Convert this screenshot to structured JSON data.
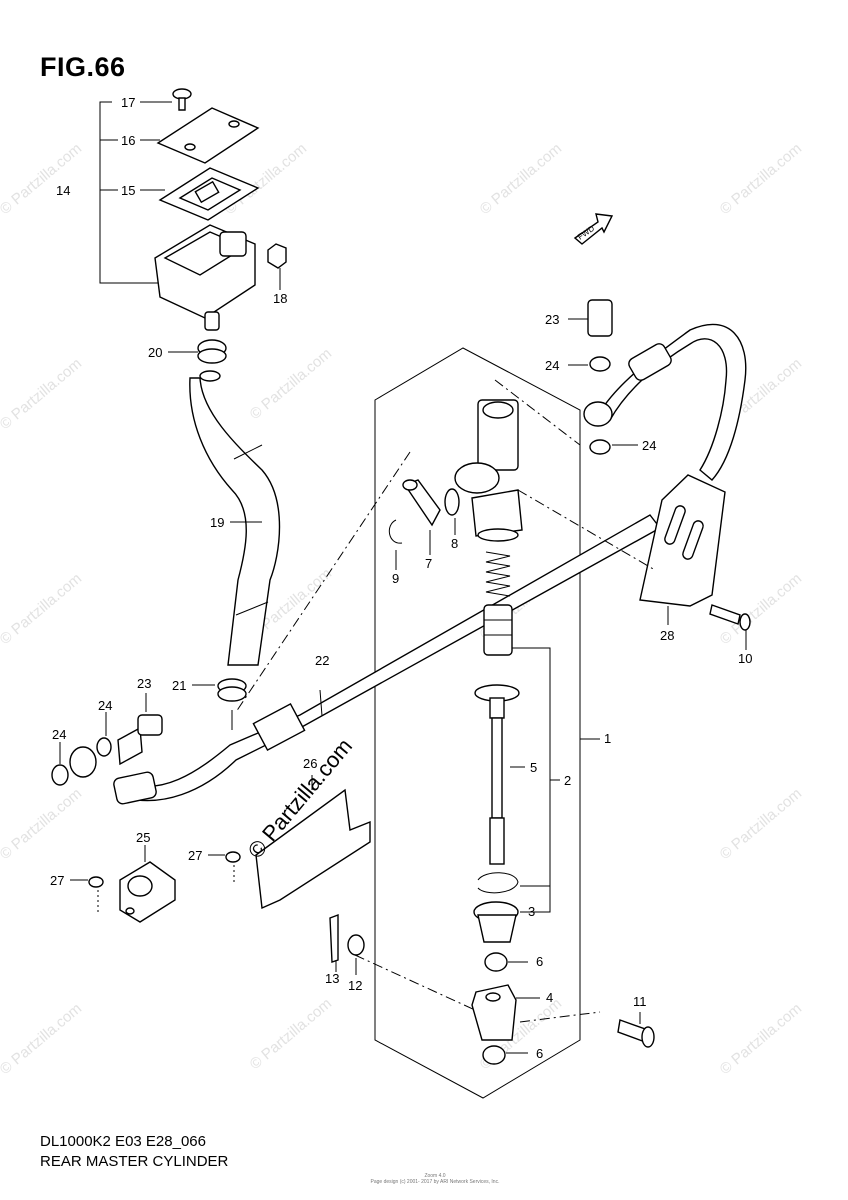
{
  "figure": {
    "title": "FIG.66"
  },
  "footer": {
    "model_code": "DL1000K2 E03 E28_066",
    "caption": "REAR MASTER CYLINDER",
    "small_line_1": "Zoom 4.0",
    "small_line_2": "Page design (c) 2001- 2017 by ARI Network Services, Inc."
  },
  "watermark": {
    "text": "© Partzilla.com"
  },
  "fwd_mark": "FWD",
  "callouts": [
    "1",
    "2",
    "3",
    "4",
    "5",
    "6",
    "6",
    "7",
    "8",
    "9",
    "10",
    "11",
    "12",
    "13",
    "14",
    "15",
    "16",
    "17",
    "18",
    "19",
    "20",
    "21",
    "22",
    "23",
    "23",
    "24",
    "24",
    "24",
    "24",
    "25",
    "26",
    "27",
    "27",
    "28"
  ]
}
